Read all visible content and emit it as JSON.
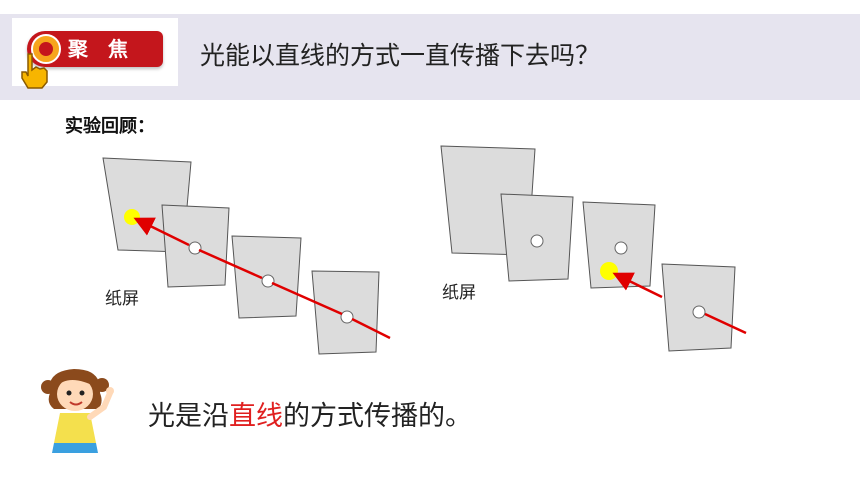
{
  "header": {
    "badge_label": "聚焦",
    "question": "光能以直线的方式一直传播下去吗？"
  },
  "experiment": {
    "section_label": "实验回顾：",
    "left_setup": {
      "screen_label": "纸屏"
    },
    "right_setup": {
      "screen_label": "纸屏"
    }
  },
  "conclusion": {
    "before": "光是沿",
    "highlight": "直线",
    "after": "的方式传播的。"
  },
  "colors": {
    "banner_bg": "#e6e4ef",
    "badge_red": "#c4161c",
    "light_spot": "#ffff00",
    "ray_red": "#e00000",
    "screen_gray": "#dcdcdc",
    "highlight_red": "#e02020"
  },
  "icons": [
    "hand-pointer-icon",
    "girl-character-icon"
  ]
}
